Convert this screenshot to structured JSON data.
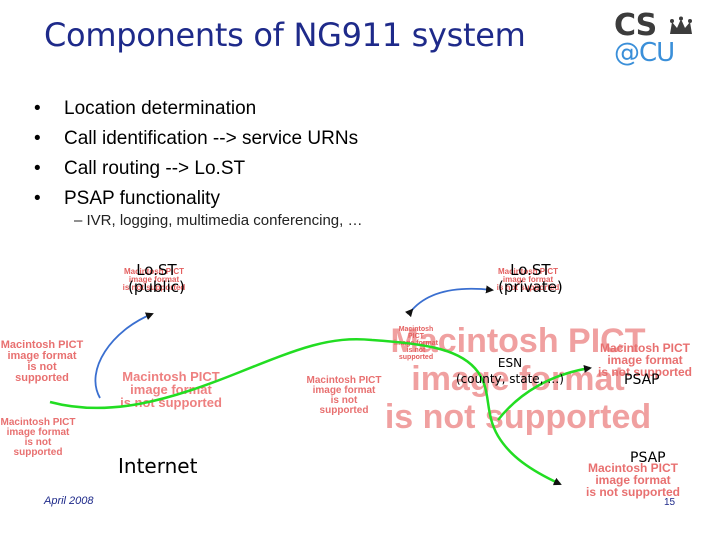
{
  "slide": {
    "title": "Components of NG911 system",
    "logo": {
      "top": "CS",
      "bottom": "@CU"
    },
    "bullets": [
      "Location determination",
      "Call identification --> service URNs",
      "Call routing --> Lo.ST",
      "PSAP functionality"
    ],
    "bullet_glyph": "•",
    "sub_bullet": "– IVR, logging, multimedia conferencing, …",
    "nodes": {
      "lost_public": {
        "name": "Lo.ST",
        "note": "(public)"
      },
      "lost_private": {
        "name": "Lo.ST",
        "note": "(private)"
      },
      "esn": {
        "name": "ESN",
        "note": "(county, state, …)"
      },
      "psap_1": "PSAP",
      "psap_2": "PSAP",
      "internet": "Internet"
    },
    "placeholder_text": {
      "line1": "Macintosh PICT",
      "line2": "image format",
      "line3": "is not supported"
    },
    "footer": {
      "date": "April 2008",
      "page": "15"
    }
  },
  "colors": {
    "title": "#1e2a8a",
    "green_path": "#22dd22",
    "blue_path": "#3a6fd0",
    "placeholder": "#e46060"
  }
}
